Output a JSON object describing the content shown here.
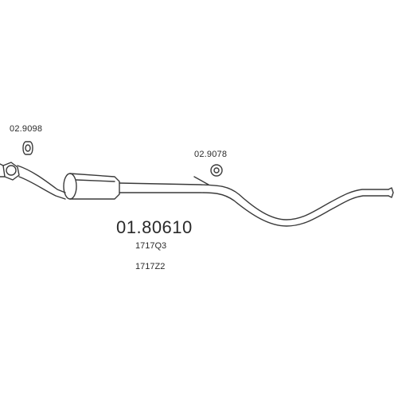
{
  "parts": {
    "main_part_number": "01.80610",
    "oem_ref_1": "1717Q3",
    "oem_ref_2": "1717Z2",
    "clamp_left": "02.9098",
    "clamp_right": "02.9078"
  },
  "colors": {
    "line": "#3a3a3a",
    "background": "#ffffff"
  },
  "icons": {
    "left_clamp": "pipe-clamp-icon",
    "right_clamp": "gasket-ring-icon"
  }
}
